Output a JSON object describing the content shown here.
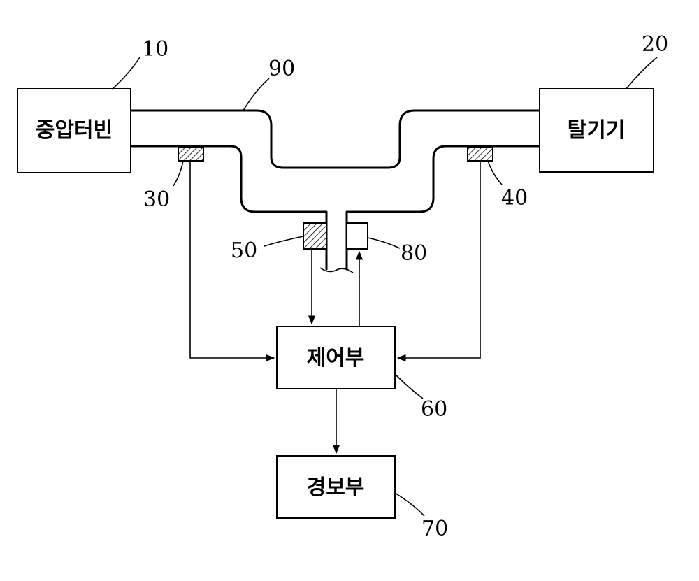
{
  "blocks": {
    "turbine": {
      "label": "중압터빈",
      "ref": "10"
    },
    "deaerator": {
      "label": "탈기기",
      "ref": "20"
    },
    "controller": {
      "label": "제어부",
      "ref": "60"
    },
    "alarm": {
      "label": "경보부",
      "ref": "70"
    }
  },
  "refs": {
    "pipe": "90",
    "sensor_left": "30",
    "sensor_right": "40",
    "sensor_branch": "50",
    "actuator_branch": "80"
  },
  "colors": {
    "ink": "#000000",
    "background": "#ffffff"
  }
}
